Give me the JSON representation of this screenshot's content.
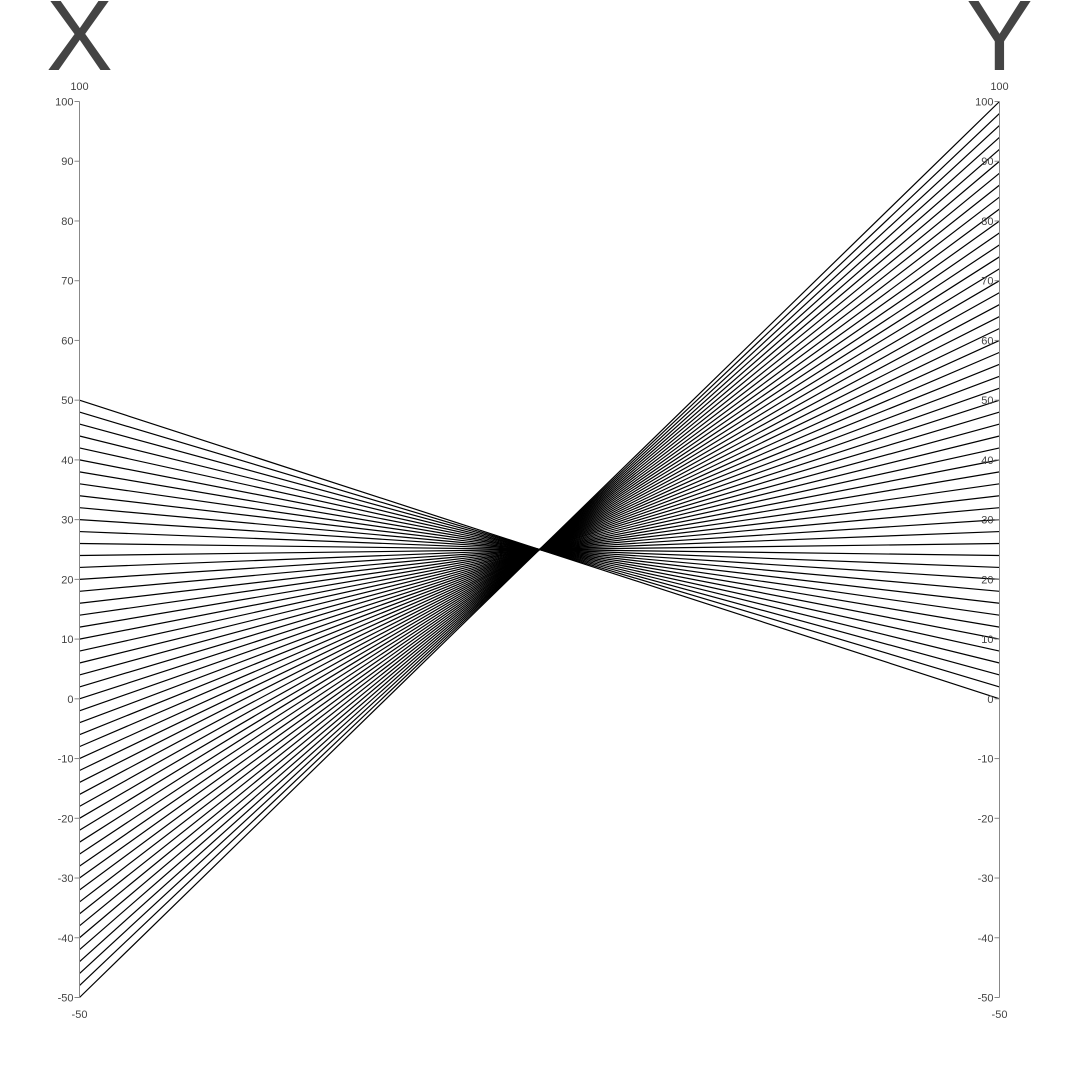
{
  "chart_data": {
    "type": "parallel_coordinates",
    "dimensions": [
      {
        "label": "X",
        "range": [
          -50,
          100
        ],
        "range_max_label": "100",
        "range_min_label": "-50",
        "ticks": [
          "100",
          "90",
          "80",
          "70",
          "60",
          "50",
          "40",
          "30",
          "20",
          "10",
          "0",
          "-10",
          "-20",
          "-30",
          "-40",
          "-50"
        ]
      },
      {
        "label": "Y",
        "range": [
          -50,
          100
        ],
        "range_max_label": "100",
        "range_min_label": "-50",
        "ticks": [
          "100",
          "90",
          "80",
          "70",
          "60",
          "50",
          "40",
          "30",
          "20",
          "10",
          "0",
          "-10",
          "-20",
          "-30",
          "-40",
          "-50"
        ]
      }
    ],
    "line_color": "#000000",
    "series": [
      {
        "x": 50,
        "y": 0
      },
      {
        "x": 48,
        "y": 2
      },
      {
        "x": 46,
        "y": 4
      },
      {
        "x": 44,
        "y": 6
      },
      {
        "x": 42,
        "y": 8
      },
      {
        "x": 40,
        "y": 10
      },
      {
        "x": 38,
        "y": 12
      },
      {
        "x": 36,
        "y": 14
      },
      {
        "x": 34,
        "y": 16
      },
      {
        "x": 32,
        "y": 18
      },
      {
        "x": 30,
        "y": 20
      },
      {
        "x": 28,
        "y": 22
      },
      {
        "x": 26,
        "y": 24
      },
      {
        "x": 24,
        "y": 26
      },
      {
        "x": 22,
        "y": 28
      },
      {
        "x": 20,
        "y": 30
      },
      {
        "x": 18,
        "y": 32
      },
      {
        "x": 16,
        "y": 34
      },
      {
        "x": 14,
        "y": 36
      },
      {
        "x": 12,
        "y": 38
      },
      {
        "x": 10,
        "y": 40
      },
      {
        "x": 8,
        "y": 42
      },
      {
        "x": 6,
        "y": 44
      },
      {
        "x": 4,
        "y": 46
      },
      {
        "x": 2,
        "y": 48
      },
      {
        "x": 0,
        "y": 50
      },
      {
        "x": -2,
        "y": 52
      },
      {
        "x": -4,
        "y": 54
      },
      {
        "x": -6,
        "y": 56
      },
      {
        "x": -8,
        "y": 58
      },
      {
        "x": -10,
        "y": 60
      },
      {
        "x": -12,
        "y": 62
      },
      {
        "x": -14,
        "y": 64
      },
      {
        "x": -16,
        "y": 66
      },
      {
        "x": -18,
        "y": 68
      },
      {
        "x": -20,
        "y": 70
      },
      {
        "x": -22,
        "y": 72
      },
      {
        "x": -24,
        "y": 74
      },
      {
        "x": -26,
        "y": 76
      },
      {
        "x": -28,
        "y": 78
      },
      {
        "x": -30,
        "y": 80
      },
      {
        "x": -32,
        "y": 82
      },
      {
        "x": -34,
        "y": 84
      },
      {
        "x": -36,
        "y": 86
      },
      {
        "x": -38,
        "y": 88
      },
      {
        "x": -40,
        "y": 90
      },
      {
        "x": -42,
        "y": 92
      },
      {
        "x": -44,
        "y": 94
      },
      {
        "x": -46,
        "y": 96
      },
      {
        "x": -48,
        "y": 98
      },
      {
        "x": -50,
        "y": 100
      }
    ]
  }
}
